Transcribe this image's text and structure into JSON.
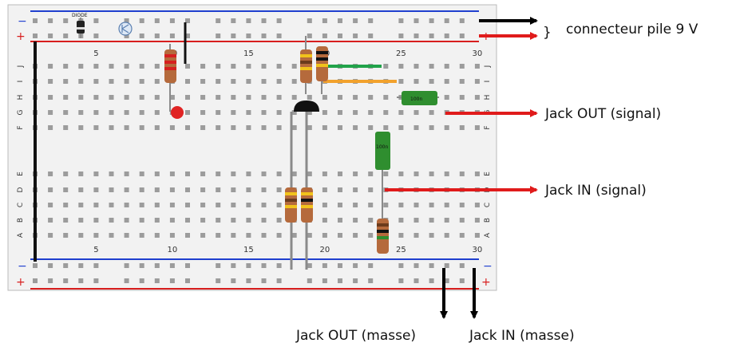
{
  "breadboard": {
    "rail_top_minus": "−",
    "rail_top_plus": "+",
    "rail_bottom_minus": "−",
    "rail_bottom_plus": "+",
    "column_numbers": [
      "5",
      "10",
      "15",
      "20",
      "25",
      "30"
    ],
    "row_letters_top": [
      "J",
      "I",
      "H",
      "G",
      "F"
    ],
    "row_letters_bottom": [
      "E",
      "D",
      "C",
      "B",
      "A"
    ],
    "colors": {
      "rail_blue": "#1f3fcf",
      "rail_red": "#d81e1e",
      "board": "#f2f2f2",
      "hole": "#9c9c9c"
    }
  },
  "components": {
    "diode_label": "DIODE",
    "cap1_label": "100n",
    "cap2_label": "100n"
  },
  "annotations": {
    "battery_connector": "connecteur pile 9 V",
    "jack_out_signal": "Jack OUT (signal)",
    "jack_in_signal": "Jack IN (signal)",
    "jack_out_ground": "Jack OUT (masse)",
    "jack_in_ground": "Jack IN (masse)",
    "brace": "}"
  }
}
